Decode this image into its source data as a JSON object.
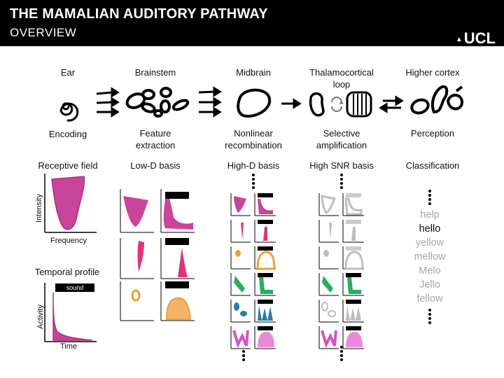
{
  "header": {
    "title": "THE MAMALIAN AUDITORY PATHWAY",
    "subtitle": "OVERVIEW",
    "logo": "UCL"
  },
  "stages": [
    {
      "name": "Ear",
      "function": "Encoding",
      "basis": "Receptive field"
    },
    {
      "name": "Brainstem",
      "function": "Feature\nextraction",
      "basis": "Low-D basis"
    },
    {
      "name": "Midbrain",
      "function": "Nonlinear\nrecombination",
      "basis": "High-D basis"
    },
    {
      "name": "Thalamocortical\nloop",
      "function": "Selective\namplification",
      "basis": "High SNR basis"
    },
    {
      "name": "Higher cortex",
      "function": "Perception",
      "basis": "Classification"
    }
  ],
  "axes": {
    "receptive_field_y": "Intensity",
    "receptive_field_x": "Frequency",
    "temporal_title": "Temporal profile",
    "temporal_y": "Activity",
    "temporal_x": "Time",
    "sound_label": "sound"
  },
  "words": [
    {
      "text": "help",
      "color": "#a6a6a6"
    },
    {
      "text": "hello",
      "color": "#111111"
    },
    {
      "text": "yellow",
      "color": "#a6a6a6"
    },
    {
      "text": "mellow",
      "color": "#a6a6a6"
    },
    {
      "text": "Melo",
      "color": "#a6a6a6"
    },
    {
      "text": "Jello",
      "color": "#a6a6a6"
    },
    {
      "text": "fellow",
      "color": "#a6a6a6"
    }
  ],
  "colors": {
    "magenta": "#c9449b",
    "pink": "#e0337a",
    "orange": "#e8a23a",
    "green": "#27ae60",
    "teal": "#2a7da6",
    "violet": "#d650c9",
    "gray": "#bdbdbd"
  }
}
